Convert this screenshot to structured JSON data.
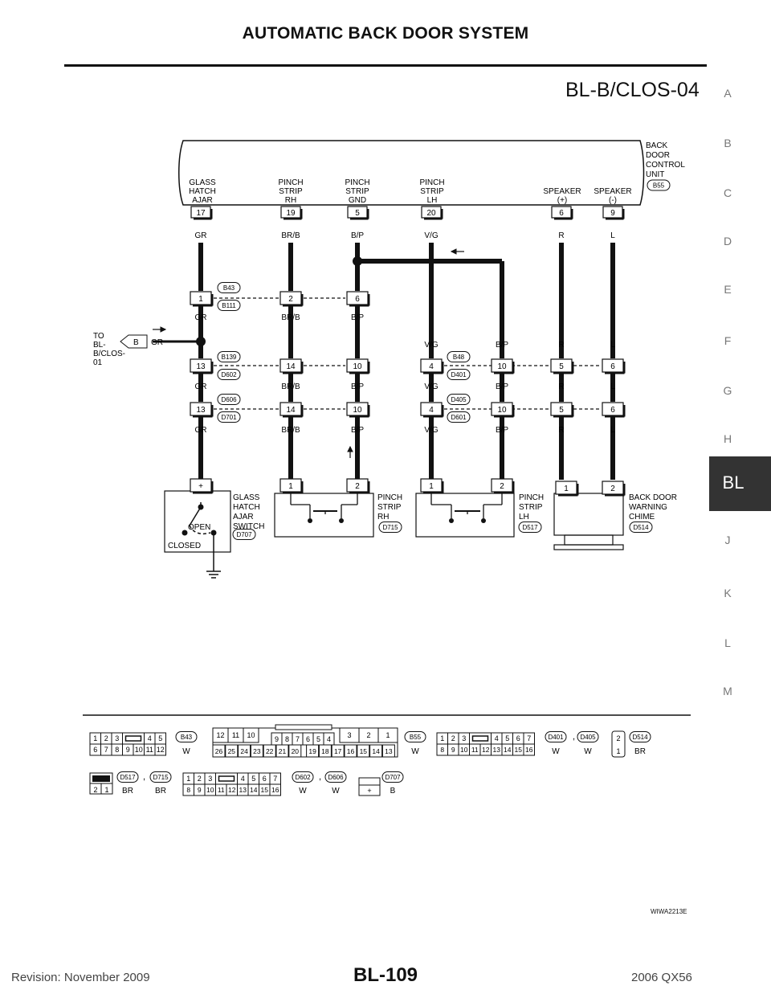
{
  "header": {
    "title": "AUTOMATIC BACK DOOR SYSTEM",
    "diagram_id": "BL-B/CLOS-04"
  },
  "side_index": {
    "letters": [
      "A",
      "B",
      "C",
      "D",
      "E",
      "F",
      "G",
      "H",
      "J",
      "K",
      "L",
      "M"
    ],
    "active": "BL"
  },
  "footer": {
    "revision": "Revision: November 2009",
    "page": "BL-109",
    "model": "2006 QX56"
  },
  "figure_code": "WIWA2213E",
  "control_unit": {
    "name": [
      "BACK",
      "DOOR",
      "CONTROL",
      "UNIT"
    ],
    "connector": "B55",
    "terminals": [
      {
        "label": [
          "GLASS",
          "HATCH",
          "AJAR"
        ],
        "pin": "17",
        "wire": "GR"
      },
      {
        "label": [
          "PINCH",
          "STRIP",
          "RH"
        ],
        "pin": "19",
        "wire": "BR/B"
      },
      {
        "label": [
          "PINCH",
          "STRIP",
          "GND"
        ],
        "pin": "5",
        "wire": "B/P"
      },
      {
        "label": [
          "PINCH",
          "STRIP",
          "LH"
        ],
        "pin": "20",
        "wire": "V/G"
      },
      {
        "label": [
          "SPEAKER",
          "(+)"
        ],
        "pin": "6",
        "wire": "R"
      },
      {
        "label": [
          "SPEAKER",
          "(-)"
        ],
        "pin": "9",
        "wire": "L"
      }
    ]
  },
  "row1": {
    "conns": [
      "B43",
      "B111"
    ],
    "pins": [
      "1",
      "2",
      "6"
    ],
    "wires": [
      "GR",
      "BR/B",
      "B/P"
    ]
  },
  "to_ref": {
    "text": [
      "TO",
      "BL-",
      "B/CLOS-",
      "01"
    ],
    "bubble": "B",
    "wire": "GR"
  },
  "row2": {
    "conns_left": [
      "B139",
      "D602"
    ],
    "conns_right": [
      "B48",
      "D401"
    ],
    "wires_top": [
      "V/G",
      "B/P",
      "R",
      "L"
    ],
    "pins": [
      "13",
      "14",
      "10",
      "4",
      "10",
      "5",
      "6"
    ],
    "wires": [
      "GR",
      "BR/B",
      "B/P",
      "V/G",
      "B/P",
      "R",
      "L"
    ]
  },
  "row3": {
    "conns_left": [
      "D606",
      "D701"
    ],
    "conns_right": [
      "D405",
      "D601"
    ],
    "pins": [
      "13",
      "14",
      "10",
      "4",
      "10",
      "5",
      "6"
    ],
    "wires": [
      "GR",
      "BR/B",
      "B/P",
      "V/G",
      "B/P",
      "R",
      "L"
    ]
  },
  "components": {
    "glass_hatch": {
      "pin": "+",
      "label": [
        "GLASS",
        "HATCH",
        "AJAR",
        "SWITCH"
      ],
      "conn": "D707",
      "open": "OPEN",
      "closed": "CLOSED"
    },
    "pinch_rh": {
      "pins": [
        "1",
        "2"
      ],
      "label": [
        "PINCH",
        "STRIP",
        "RH"
      ],
      "conn": "D715"
    },
    "pinch_lh": {
      "pins": [
        "1",
        "2"
      ],
      "label": [
        "PINCH",
        "STRIP",
        "LH"
      ],
      "conn": "D517"
    },
    "chime": {
      "pins": [
        "1",
        "2"
      ],
      "label": [
        "BACK DOOR",
        "WARNING",
        "CHIME"
      ],
      "conn": "D514"
    }
  },
  "connector_views": {
    "b43": {
      "conn": "B43",
      "color": "W",
      "top": [
        "1",
        "2",
        "3",
        "4",
        "5"
      ],
      "bottom": [
        "6",
        "7",
        "8",
        "9",
        "10",
        "11",
        "12"
      ]
    },
    "b55": {
      "conn": "B55",
      "color": "W",
      "top": [
        "12",
        "11",
        "10",
        "9",
        "8",
        "7",
        "6",
        "5",
        "4",
        "3",
        "2",
        "1"
      ],
      "bottom": [
        "26",
        "25",
        "24",
        "23",
        "22",
        "21",
        "20",
        "19",
        "18",
        "17",
        "16",
        "15",
        "14",
        "13"
      ]
    },
    "d401": {
      "conn": "D401",
      "conn2": "D405",
      "color": "W",
      "color2": "W",
      "top": [
        "1",
        "2",
        "3",
        "4",
        "5",
        "6",
        "7"
      ],
      "bottom": [
        "8",
        "9",
        "10",
        "11",
        "12",
        "13",
        "14",
        "15",
        "16"
      ]
    },
    "d514": {
      "conn": "D514",
      "color": "BR",
      "pins": [
        "2",
        "1"
      ]
    },
    "d517": {
      "conn": "D517",
      "conn2": "D715",
      "color": "BR",
      "color2": "BR",
      "pins": [
        "2",
        "1"
      ]
    },
    "d602": {
      "conn": "D602",
      "conn2": "D606",
      "color": "W",
      "color2": "W",
      "top": [
        "1",
        "2",
        "3",
        "4",
        "5",
        "6",
        "7"
      ],
      "bottom": [
        "8",
        "9",
        "10",
        "11",
        "12",
        "13",
        "14",
        "15",
        "16"
      ]
    },
    "d707": {
      "conn": "D707",
      "color": "B",
      "pin": "+"
    },
    "separator": ","
  }
}
